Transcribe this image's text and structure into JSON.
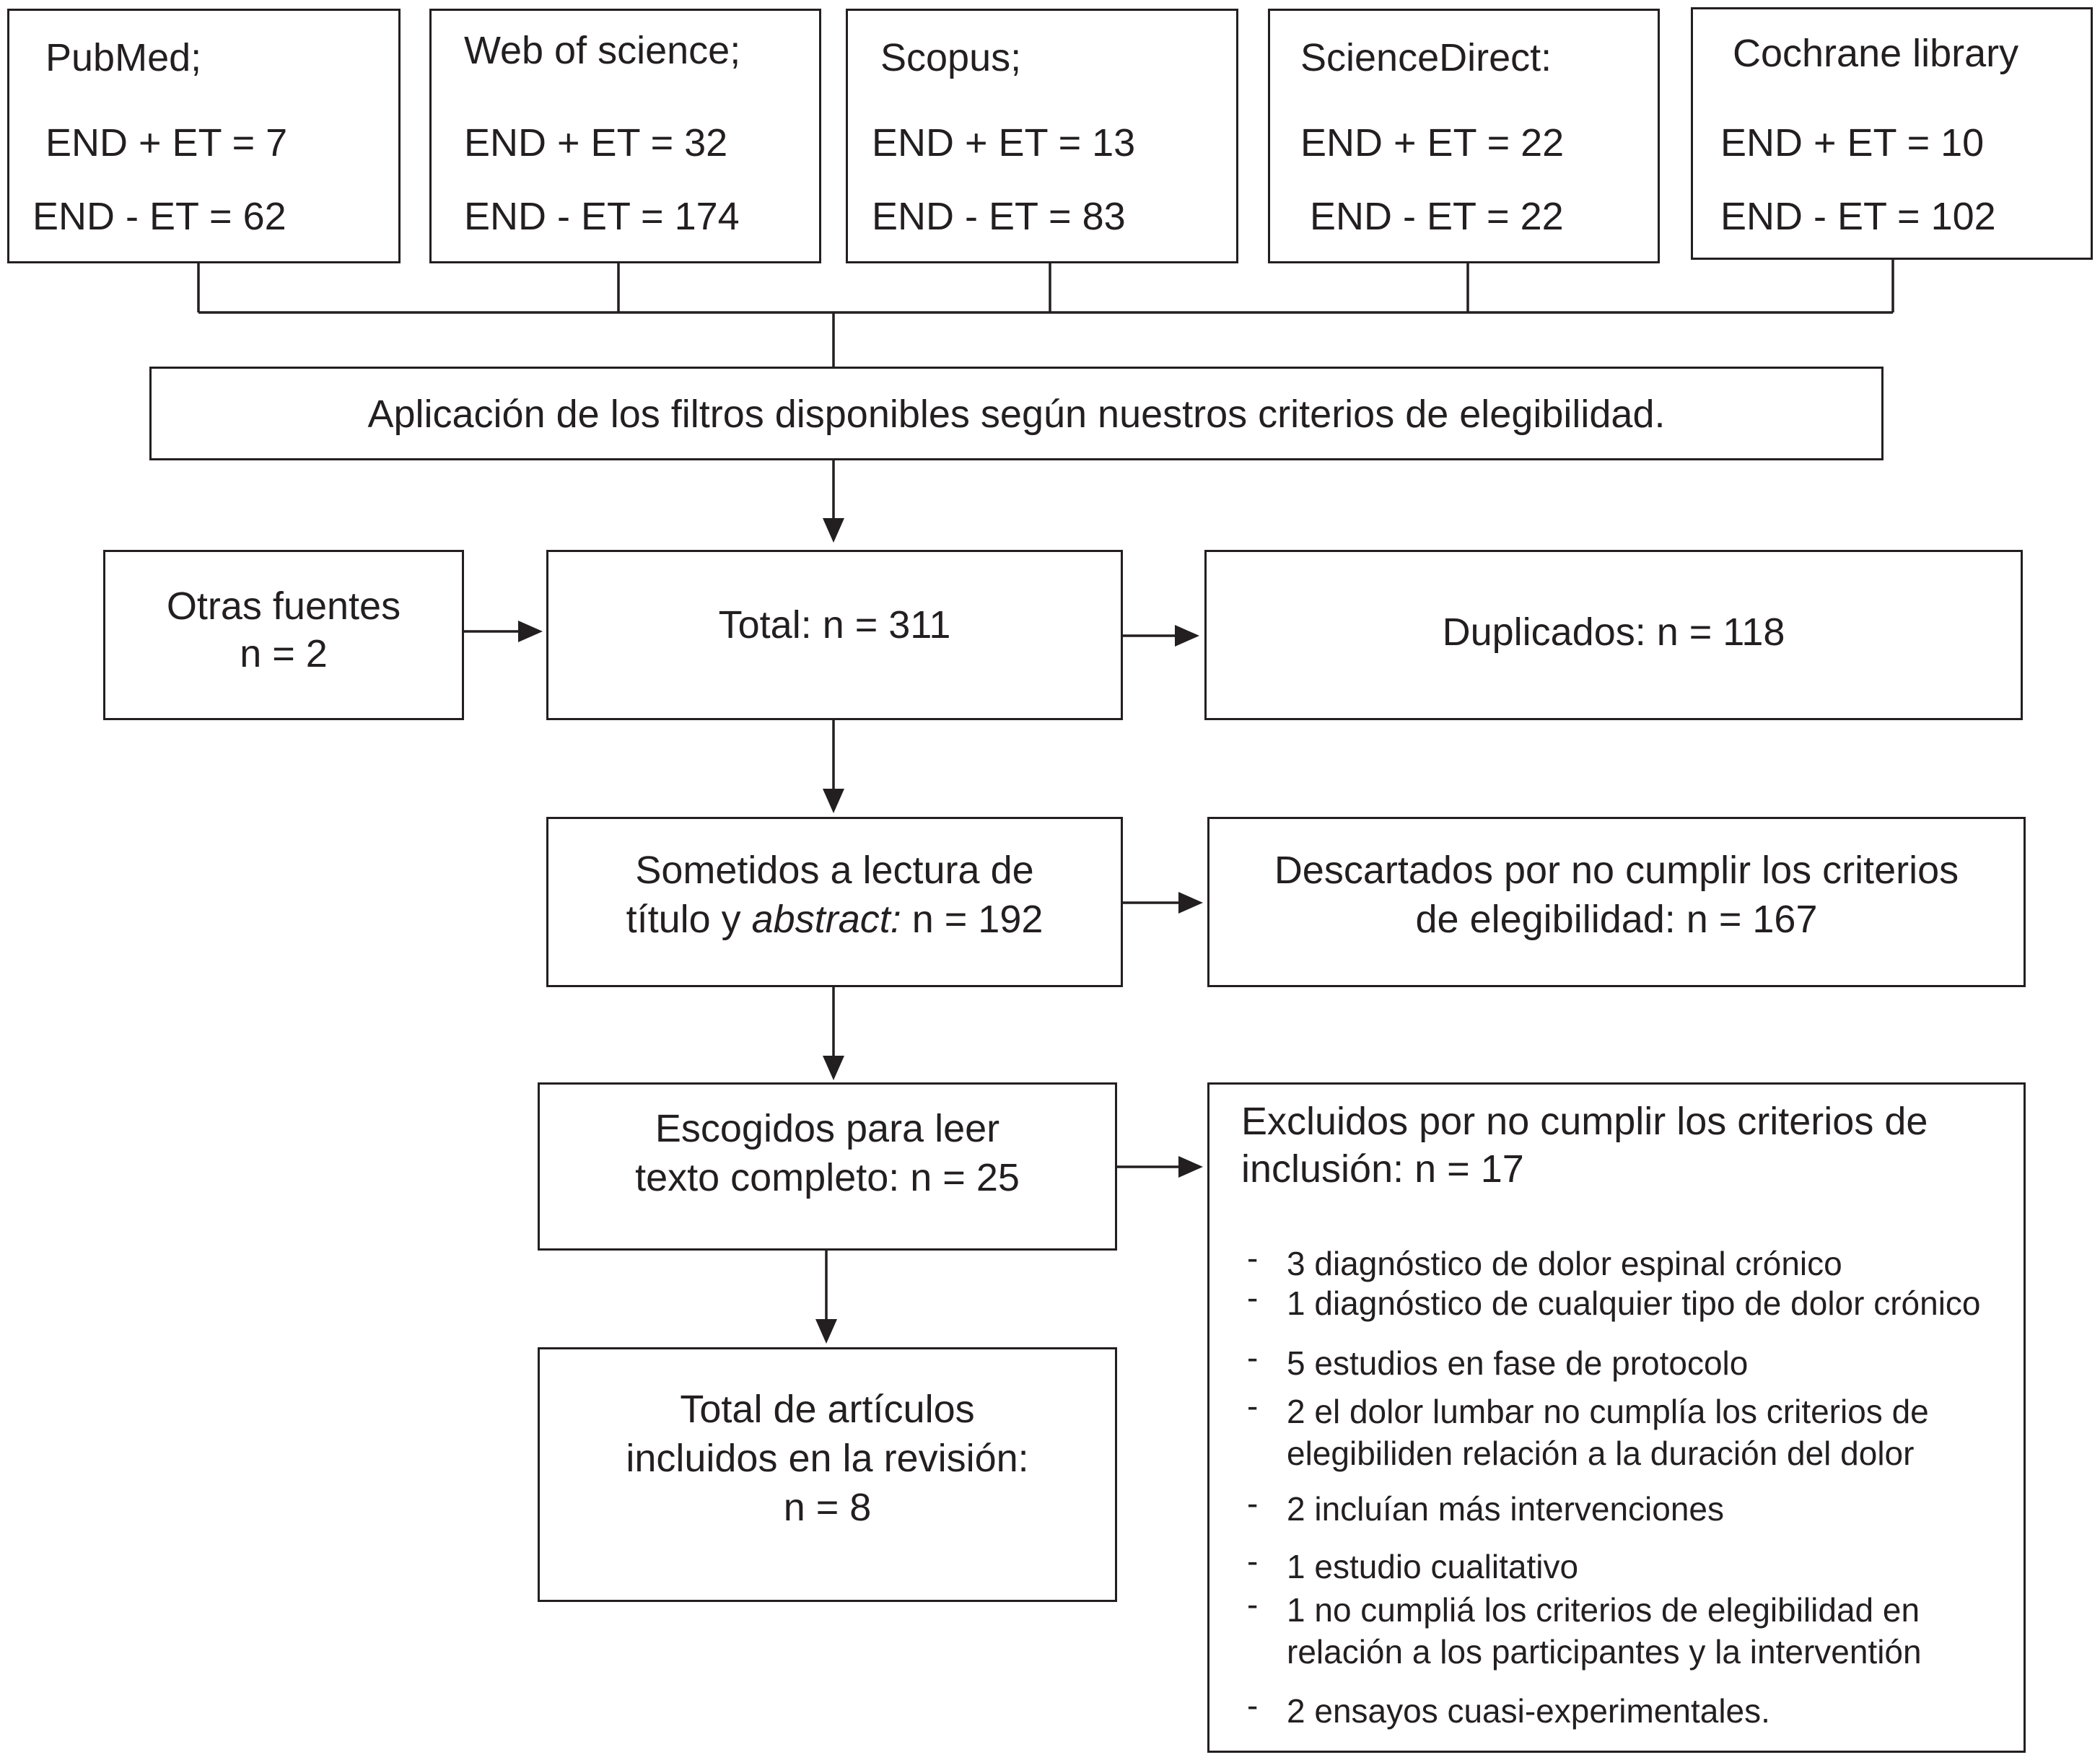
{
  "sources": [
    {
      "name": "PubMed;",
      "with_et": "END + ET = 7",
      "without_et": "END - ET = 62"
    },
    {
      "name": "Web of science;",
      "with_et": "END + ET = 32",
      "without_et": "END - ET = 174"
    },
    {
      "name": "Scopus;",
      "with_et": "END + ET = 13",
      "without_et": "END - ET = 83"
    },
    {
      "name": "ScienceDirect:",
      "with_et": "END + ET = 22",
      "without_et": "END - ET = 22"
    },
    {
      "name": "Cochrane library",
      "with_et": "END + ET = 10",
      "without_et": "END - ET = 102"
    }
  ],
  "filters": "Aplicación de los filtros disponibles según nuestros criterios de elegibilidad.",
  "other_sources": {
    "line1": "Otras fuentes",
    "line2": "n = 2"
  },
  "total": "Total: n = 311",
  "duplicates": "Duplicados: n = 118",
  "screened": {
    "line1": "Sometidos a lectura de",
    "line2_pre": "título y ",
    "line2_em": "abstract:",
    "line2_post": " n = 192"
  },
  "discarded": {
    "line1": "Descartados por no cumplir los criterios",
    "line2": "de elegibilidad: n = 167"
  },
  "full_text": {
    "line1": "Escogidos para leer",
    "line2": "texto completo: n = 25"
  },
  "included": {
    "line1": "Total de artículos",
    "line2": "incluidos en la revisión:",
    "line3": "n = 8"
  },
  "excluded": {
    "line1": "Excluidos por no cumplir los criterios de",
    "line2": "inclusión: n = 17",
    "dash": "-",
    "items": [
      [
        "3 diagnóstico de dolor espinal crónico"
      ],
      [
        "1 diagnóstico de cualquier tipo de dolor crónico"
      ],
      [
        "5 estudios en fase de protocolo"
      ],
      [
        "2 el dolor lumbar no cumplía los criterios de",
        "elegibiliden relación a la duración del dolor"
      ],
      [
        "2 incluían más intervenciones"
      ],
      [
        "1 estudio cualitativo"
      ],
      [
        "1 no cumpliá los criterios de elegibilidad en",
        "relación a los participantes y la interventión"
      ],
      [
        "2 ensayos cuasi-experimentales."
      ]
    ]
  }
}
